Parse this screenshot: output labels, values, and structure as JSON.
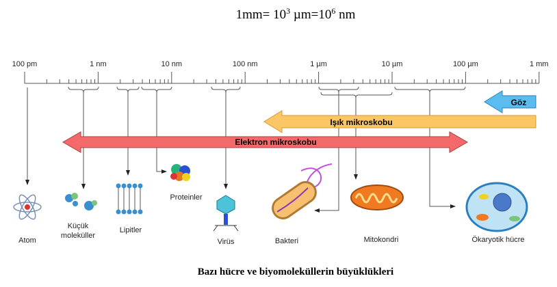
{
  "header": {
    "formula_a": "1mm= 10",
    "exp_a": "3",
    "formula_b": " µm=10",
    "exp_b": "6",
    "formula_c": " nm"
  },
  "scale": {
    "ticks": [
      "100 pm",
      "1 nm",
      "10 nm",
      "100 nm",
      "1 µm",
      "10 µm",
      "100 µm",
      "1 mm"
    ]
  },
  "arrows": {
    "eye": "Göz",
    "light": "Işık mikroskobu",
    "electron": "Elektron mikroskobu"
  },
  "items": {
    "atom": "Atom",
    "small_mol_1": "Küçük",
    "small_mol_2": "moleküller",
    "lipids": "Lipitler",
    "proteins": "Proteinler",
    "virus": "Virüs",
    "bacteria": "Bakteri",
    "mitochondria": "Mitokondri",
    "eukaryote": "Ökaryotik hücre"
  },
  "caption": "Bazı hücre ve biyomoleküllerin büyüklükleri",
  "colors": {
    "eye": "#5bbcf0",
    "light": "#fbc766",
    "electron": "#f46a6a"
  }
}
